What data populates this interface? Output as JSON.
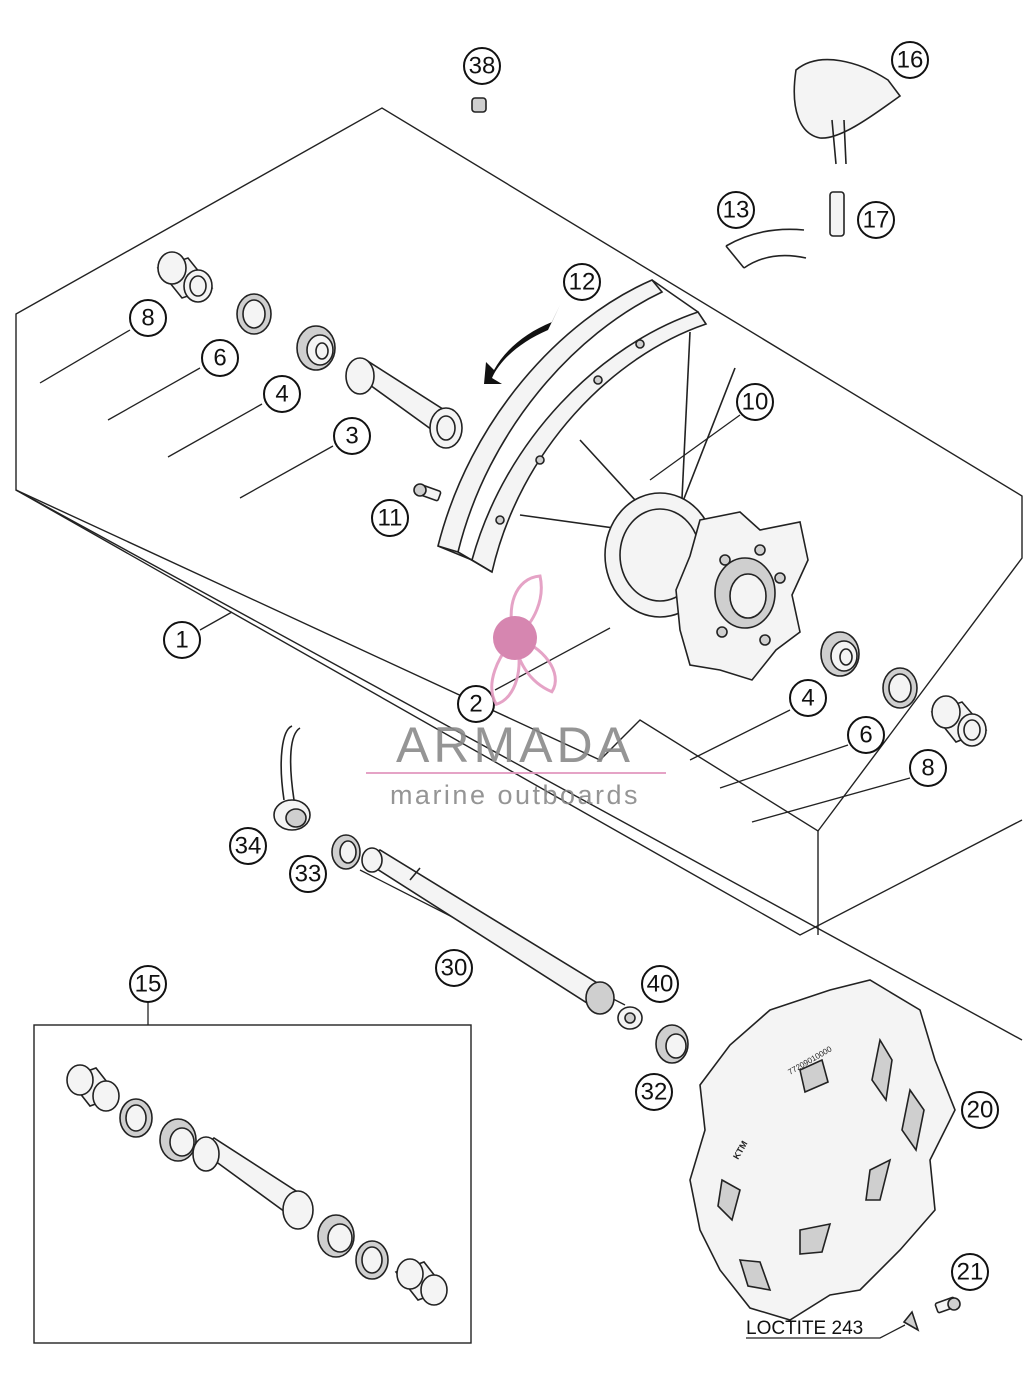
{
  "callouts": [
    {
      "id": "c1",
      "label": "1"
    },
    {
      "id": "c2",
      "label": "2"
    },
    {
      "id": "c3",
      "label": "3"
    },
    {
      "id": "c4a",
      "label": "4"
    },
    {
      "id": "c4b",
      "label": "4"
    },
    {
      "id": "c6a",
      "label": "6"
    },
    {
      "id": "c6b",
      "label": "6"
    },
    {
      "id": "c8a",
      "label": "8"
    },
    {
      "id": "c8b",
      "label": "8"
    },
    {
      "id": "c10",
      "label": "10"
    },
    {
      "id": "c11",
      "label": "11"
    },
    {
      "id": "c12",
      "label": "12"
    },
    {
      "id": "c13",
      "label": "13"
    },
    {
      "id": "c15",
      "label": "15"
    },
    {
      "id": "c16",
      "label": "16"
    },
    {
      "id": "c17",
      "label": "17"
    },
    {
      "id": "c20",
      "label": "20"
    },
    {
      "id": "c21",
      "label": "21"
    },
    {
      "id": "c30",
      "label": "30"
    },
    {
      "id": "c32",
      "label": "32"
    },
    {
      "id": "c33",
      "label": "33"
    },
    {
      "id": "c34",
      "label": "34"
    },
    {
      "id": "c38",
      "label": "38"
    },
    {
      "id": "c40",
      "label": "40"
    }
  ],
  "note": {
    "loctite": "LOCTITE 243"
  },
  "watermark": {
    "brand": "ARMADA",
    "tagline": "marine outboards",
    "accent_color": "#e39ac0",
    "accent_dark": "#d27aa8"
  },
  "disc_marking": {
    "part_number": "77209010000",
    "logo": "KTM"
  }
}
